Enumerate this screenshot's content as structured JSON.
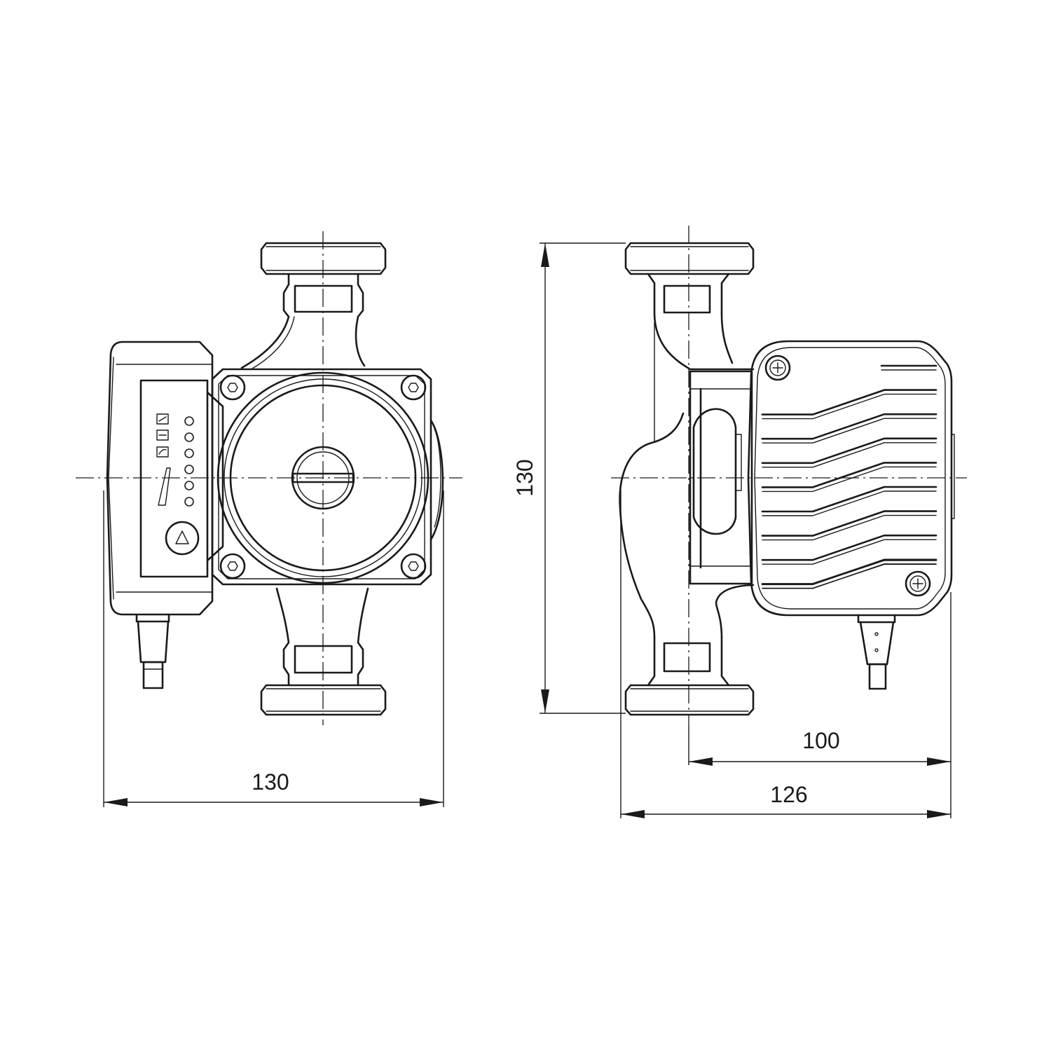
{
  "dimensions": {
    "front_width": "130",
    "side_height": "130",
    "motor_depth": "100",
    "overall_depth": "126"
  },
  "control_panel": {
    "mode_icons": [
      "pressure-mode-icon",
      "constant-mode-icon",
      "curve-mode-icon"
    ],
    "button_icon": "triangle-icon"
  }
}
